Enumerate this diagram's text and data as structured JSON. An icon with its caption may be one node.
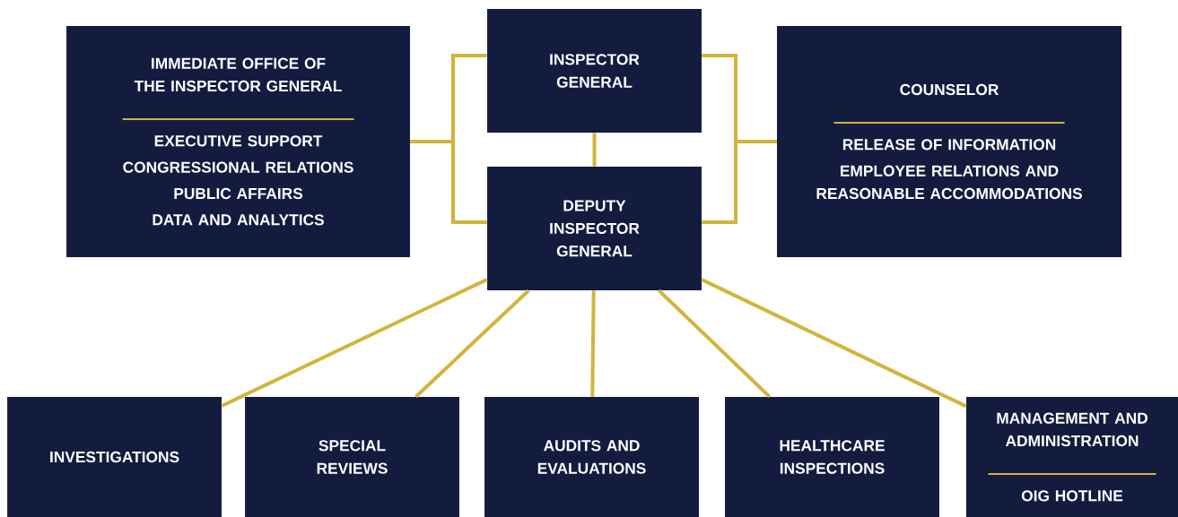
{
  "diagram": {
    "nodes": [
      {
        "text": [
          "IMMEDIATE OFFICE OF THE INSPECTOR GENERAL",
          "EXECUTIVE SUPPORT",
          "CONGRESSIONAL RELATIONS",
          "PUBLIC AFFAIRS",
          "DATA AND ANALYTICS"
        ]
      },
      {
        "text": [
          "INSPECTOR GENERAL"
        ]
      },
      {
        "text": [
          "COUNSELOR",
          "RELEASE OF INFORMATION",
          "EMPLOYEE RELATIONS AND REASONABLE ACCOMMODATIONS"
        ]
      },
      {
        "text": [
          "DEPUTY INSPECTOR GENERAL"
        ]
      },
      {
        "text": [
          "INVESTIGATIONS"
        ]
      },
      {
        "text": [
          "SPECIAL REVIEWS"
        ]
      },
      {
        "text": [
          "AUDITS AND EVALUATIONS"
        ]
      },
      {
        "text": [
          "HEALTHCARE INSPECTIONS"
        ]
      },
      {
        "text": [
          "MANAGEMENT AND ADMINISTRATION",
          "OIG HOTLINE"
        ]
      }
    ],
    "edges": [
      {
        "from": 0,
        "to": 1,
        "arrow": "none"
      },
      {
        "from": 0,
        "to": 3,
        "arrow": "none"
      },
      {
        "from": 2,
        "to": 1,
        "arrow": "none"
      },
      {
        "from": 2,
        "to": 3,
        "arrow": "none"
      },
      {
        "from": 1,
        "to": 3,
        "arrow": "none"
      },
      {
        "from": 3,
        "to": 4,
        "arrow": "none"
      },
      {
        "from": 3,
        "to": 5,
        "arrow": "none"
      },
      {
        "from": 3,
        "to": 6,
        "arrow": "none"
      },
      {
        "from": 3,
        "to": 7,
        "arrow": "none"
      },
      {
        "from": 3,
        "to": 8,
        "arrow": "none"
      }
    ]
  }
}
